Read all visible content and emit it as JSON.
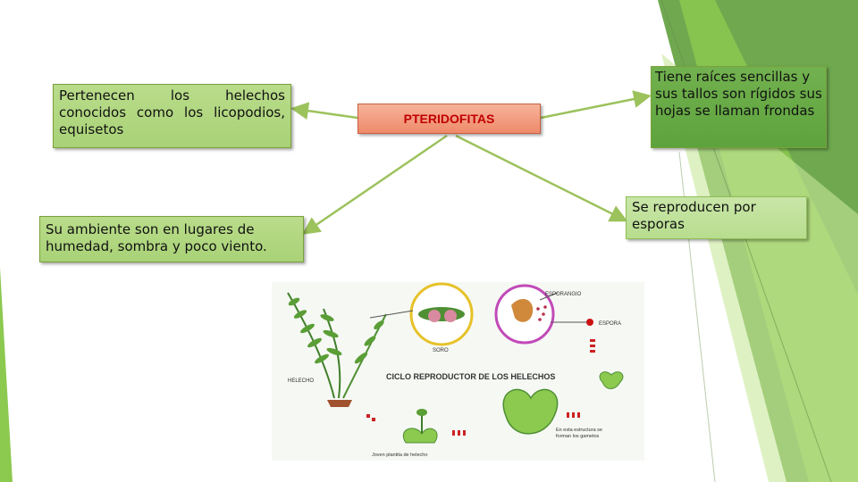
{
  "title": "PTERIDOFITAS",
  "boxes": {
    "left_top": "Pertenecen los helechos conocidos como los licopodios, equisetos",
    "left_bottom": "Su ambiente son en lugares de humedad, sombra y poco viento.",
    "right_top": "Tiene raíces sencillas y sus tallos son rígidos sus hojas se llaman frondas",
    "right_bottom": "Se reproducen por esporas"
  },
  "cycle_image": {
    "heading": "CICLO REPRODUCTOR DE LOS HELECHOS",
    "labels": {
      "esporangio": "ESPORANGIO",
      "espora": "ESPORA",
      "soro": "SORO",
      "helecho": "HELECHO",
      "estructura_line1": "En esta estructura se",
      "estructura_line2": "forman los gametos",
      "joven": "Joven plantita de helecho"
    }
  },
  "colors": {
    "box_green": "#a9d277",
    "box_dark_green": "#5da33d",
    "center_fill": "#ef8a6a",
    "center_text": "#c00000",
    "connector": "#9cc25c"
  }
}
